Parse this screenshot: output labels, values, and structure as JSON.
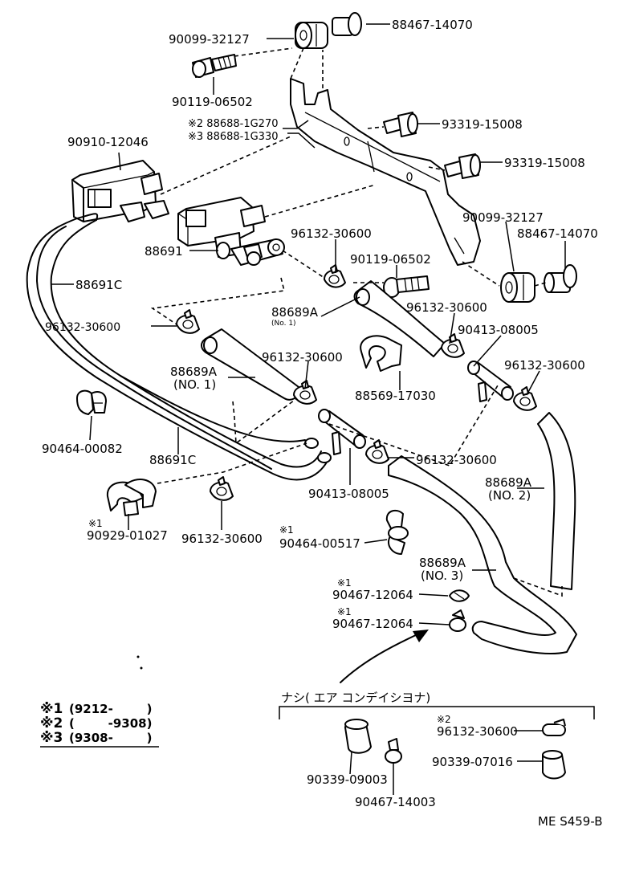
{
  "labels": {
    "p01": "90099-32127",
    "p02": "88467-14070",
    "p03": "90119-06502",
    "p04": "※2 88688-1G270",
    "p05": "※3 88688-1G330",
    "p06": "93319-15008",
    "p07": "93319-15008",
    "p08": "90910-12046",
    "p09": "90099-32127",
    "p10": "88467-14070",
    "p11": "88691",
    "p12": "96132-30600",
    "p13": "90119-06502",
    "p14": "88691C",
    "p15": "96132-30600",
    "p16": "88689A",
    "p17": "(No. 1)",
    "p18": "96132-30600",
    "p19": "90413-08005",
    "p20": "96132-30600",
    "p21": "88689A",
    "p22": "(NO. 1)",
    "p23": "96132-30600",
    "p24": "88569-17030",
    "p25": "90464-00082",
    "p26": "88691C",
    "p27": "96132-30600",
    "p28": "90413-08005",
    "p29": "88689A",
    "p30": "(NO. 2)",
    "p31": "※1",
    "p32": "90929-01027",
    "p33": "96132-30600",
    "p34": "※1",
    "p35": "90464-00517",
    "p36": "88689A",
    "p37": "(NO. 3)",
    "p38": "※1",
    "p39": "90467-12064",
    "p40": "※1",
    "p41": "90467-12064",
    "p42": "ナシ( エア コンデイシヨナ)",
    "p43": "※2",
    "p44": "96132-30600",
    "p45": "90339-07016",
    "p46": "90339-09003",
    "p47": "90467-14003",
    "diagram_code": "ME S459-B"
  },
  "legend": [
    {
      "mark": "※1",
      "range": "(9212-        )"
    },
    {
      "mark": "※2",
      "range": "(        -9308)"
    },
    {
      "mark": "※3",
      "range": "(9308-        )"
    }
  ],
  "colors": {
    "ink": "#000000",
    "paper": "#ffffff"
  }
}
